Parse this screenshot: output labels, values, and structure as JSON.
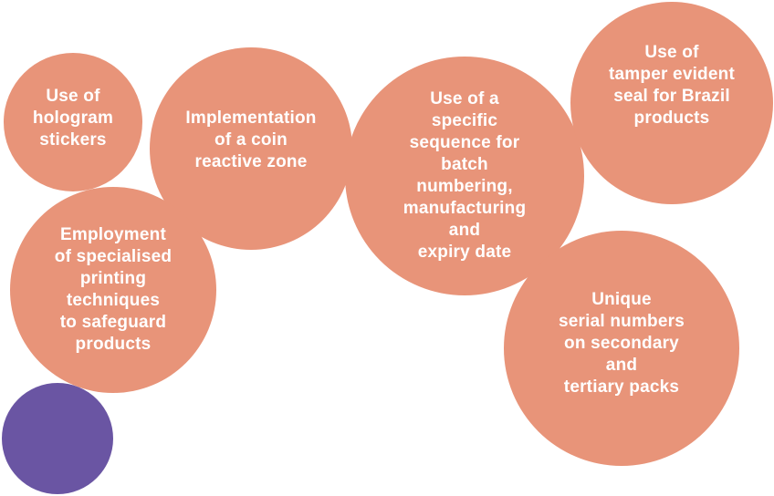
{
  "diagram": {
    "colors": {
      "bubble": "#e89479",
      "accent": "#6a55a3",
      "text": "#ffffff"
    },
    "bubbles": [
      {
        "id": "hologram",
        "text": "Use of\nhologram\nstickers"
      },
      {
        "id": "coin",
        "text": "Implementation\nof a coin\nreactive zone"
      },
      {
        "id": "sequence",
        "text": "Use of a\nspecific\nsequence for\nbatch\nnumbering,\nmanufacturing\nand\nexpiry date"
      },
      {
        "id": "tamper",
        "text": "Use of\ntamper evident\nseal for Brazil\nproducts"
      },
      {
        "id": "printing",
        "text": "Employment\nof specialised\nprinting\ntechniques\nto safeguard\nproducts"
      },
      {
        "id": "serial",
        "text": "Unique\nserial numbers\non secondary\nand\ntertiary packs"
      }
    ]
  }
}
